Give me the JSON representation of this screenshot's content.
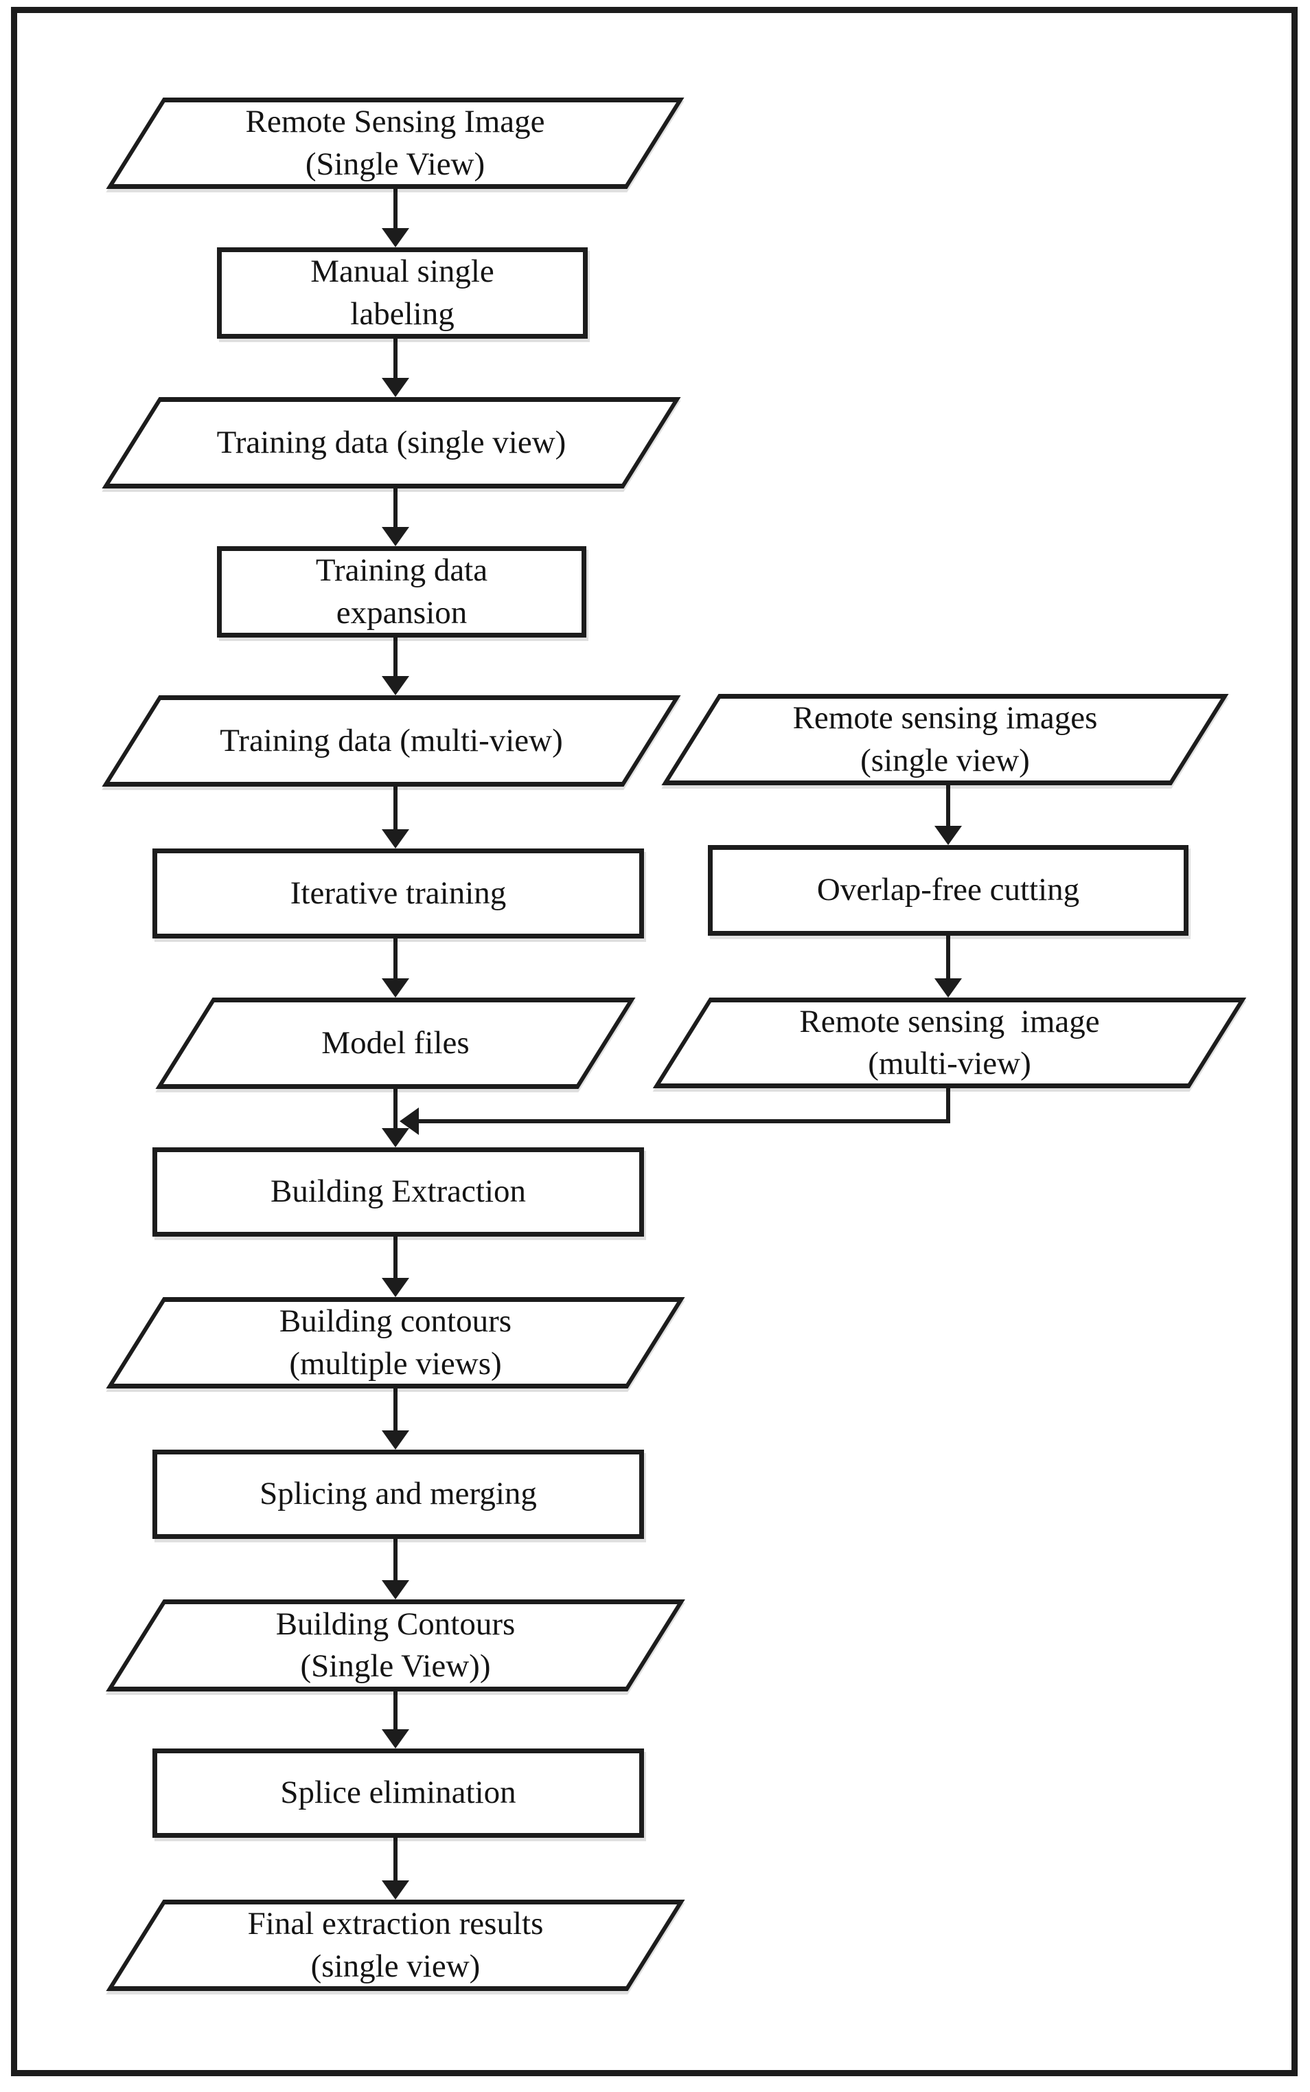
{
  "diagram": {
    "type": "flowchart",
    "background_color": "#ffffff",
    "line_color": "#1c1c1c",
    "shape_fill": "#ffffff",
    "shape_meanings": {
      "parallelogram": "data",
      "rectangle": "process"
    },
    "nodes": [
      {
        "id": "remote-sensing-image-single-view",
        "shape": "parallelogram",
        "label": "Remote Sensing Image\n(Single View)"
      },
      {
        "id": "manual-single-labeling",
        "shape": "rectangle",
        "label": "Manual single\nlabeling"
      },
      {
        "id": "training-data-single-view",
        "shape": "parallelogram",
        "label": "Training data (single view)"
      },
      {
        "id": "training-data-expansion",
        "shape": "rectangle",
        "label": "Training data\nexpansion"
      },
      {
        "id": "training-data-multi-view",
        "shape": "parallelogram",
        "label": "Training data (multi-view)"
      },
      {
        "id": "iterative-training",
        "shape": "rectangle",
        "label": "Iterative training"
      },
      {
        "id": "model-files",
        "shape": "parallelogram",
        "label": "Model files"
      },
      {
        "id": "building-extraction",
        "shape": "rectangle",
        "label": "Building Extraction"
      },
      {
        "id": "building-contours-multiple-views",
        "shape": "parallelogram",
        "label": "Building contours\n(multiple views)"
      },
      {
        "id": "splicing-and-merging",
        "shape": "rectangle",
        "label": "Splicing and merging"
      },
      {
        "id": "building-contours-single-view",
        "shape": "parallelogram",
        "label": "Building Contours\n(Single View))"
      },
      {
        "id": "splice-elimination",
        "shape": "rectangle",
        "label": "Splice elimination"
      },
      {
        "id": "final-extraction-results-single-view",
        "shape": "parallelogram",
        "label": "Final extraction results\n(single view)"
      },
      {
        "id": "remote-sensing-images-single-view",
        "shape": "parallelogram",
        "label": "Remote sensing images\n(single view)"
      },
      {
        "id": "overlap-free-cutting",
        "shape": "rectangle",
        "label": "Overlap-free cutting"
      },
      {
        "id": "remote-sensing-image-multi-view",
        "shape": "parallelogram",
        "label": "Remote sensing  image\n(multi-view)"
      }
    ],
    "edges": [
      {
        "from": "remote-sensing-image-single-view",
        "to": "manual-single-labeling"
      },
      {
        "from": "manual-single-labeling",
        "to": "training-data-single-view"
      },
      {
        "from": "training-data-single-view",
        "to": "training-data-expansion"
      },
      {
        "from": "training-data-expansion",
        "to": "training-data-multi-view"
      },
      {
        "from": "training-data-multi-view",
        "to": "iterative-training"
      },
      {
        "from": "iterative-training",
        "to": "model-files"
      },
      {
        "from": "model-files",
        "to": "building-extraction"
      },
      {
        "from": "building-extraction",
        "to": "building-contours-multiple-views"
      },
      {
        "from": "building-contours-multiple-views",
        "to": "splicing-and-merging"
      },
      {
        "from": "splicing-and-merging",
        "to": "building-contours-single-view"
      },
      {
        "from": "building-contours-single-view",
        "to": "splice-elimination"
      },
      {
        "from": "splice-elimination",
        "to": "final-extraction-results-single-view"
      },
      {
        "from": "remote-sensing-images-single-view",
        "to": "overlap-free-cutting"
      },
      {
        "from": "overlap-free-cutting",
        "to": "remote-sensing-image-multi-view"
      },
      {
        "from": "remote-sensing-image-multi-view",
        "to": "building-extraction"
      }
    ]
  }
}
